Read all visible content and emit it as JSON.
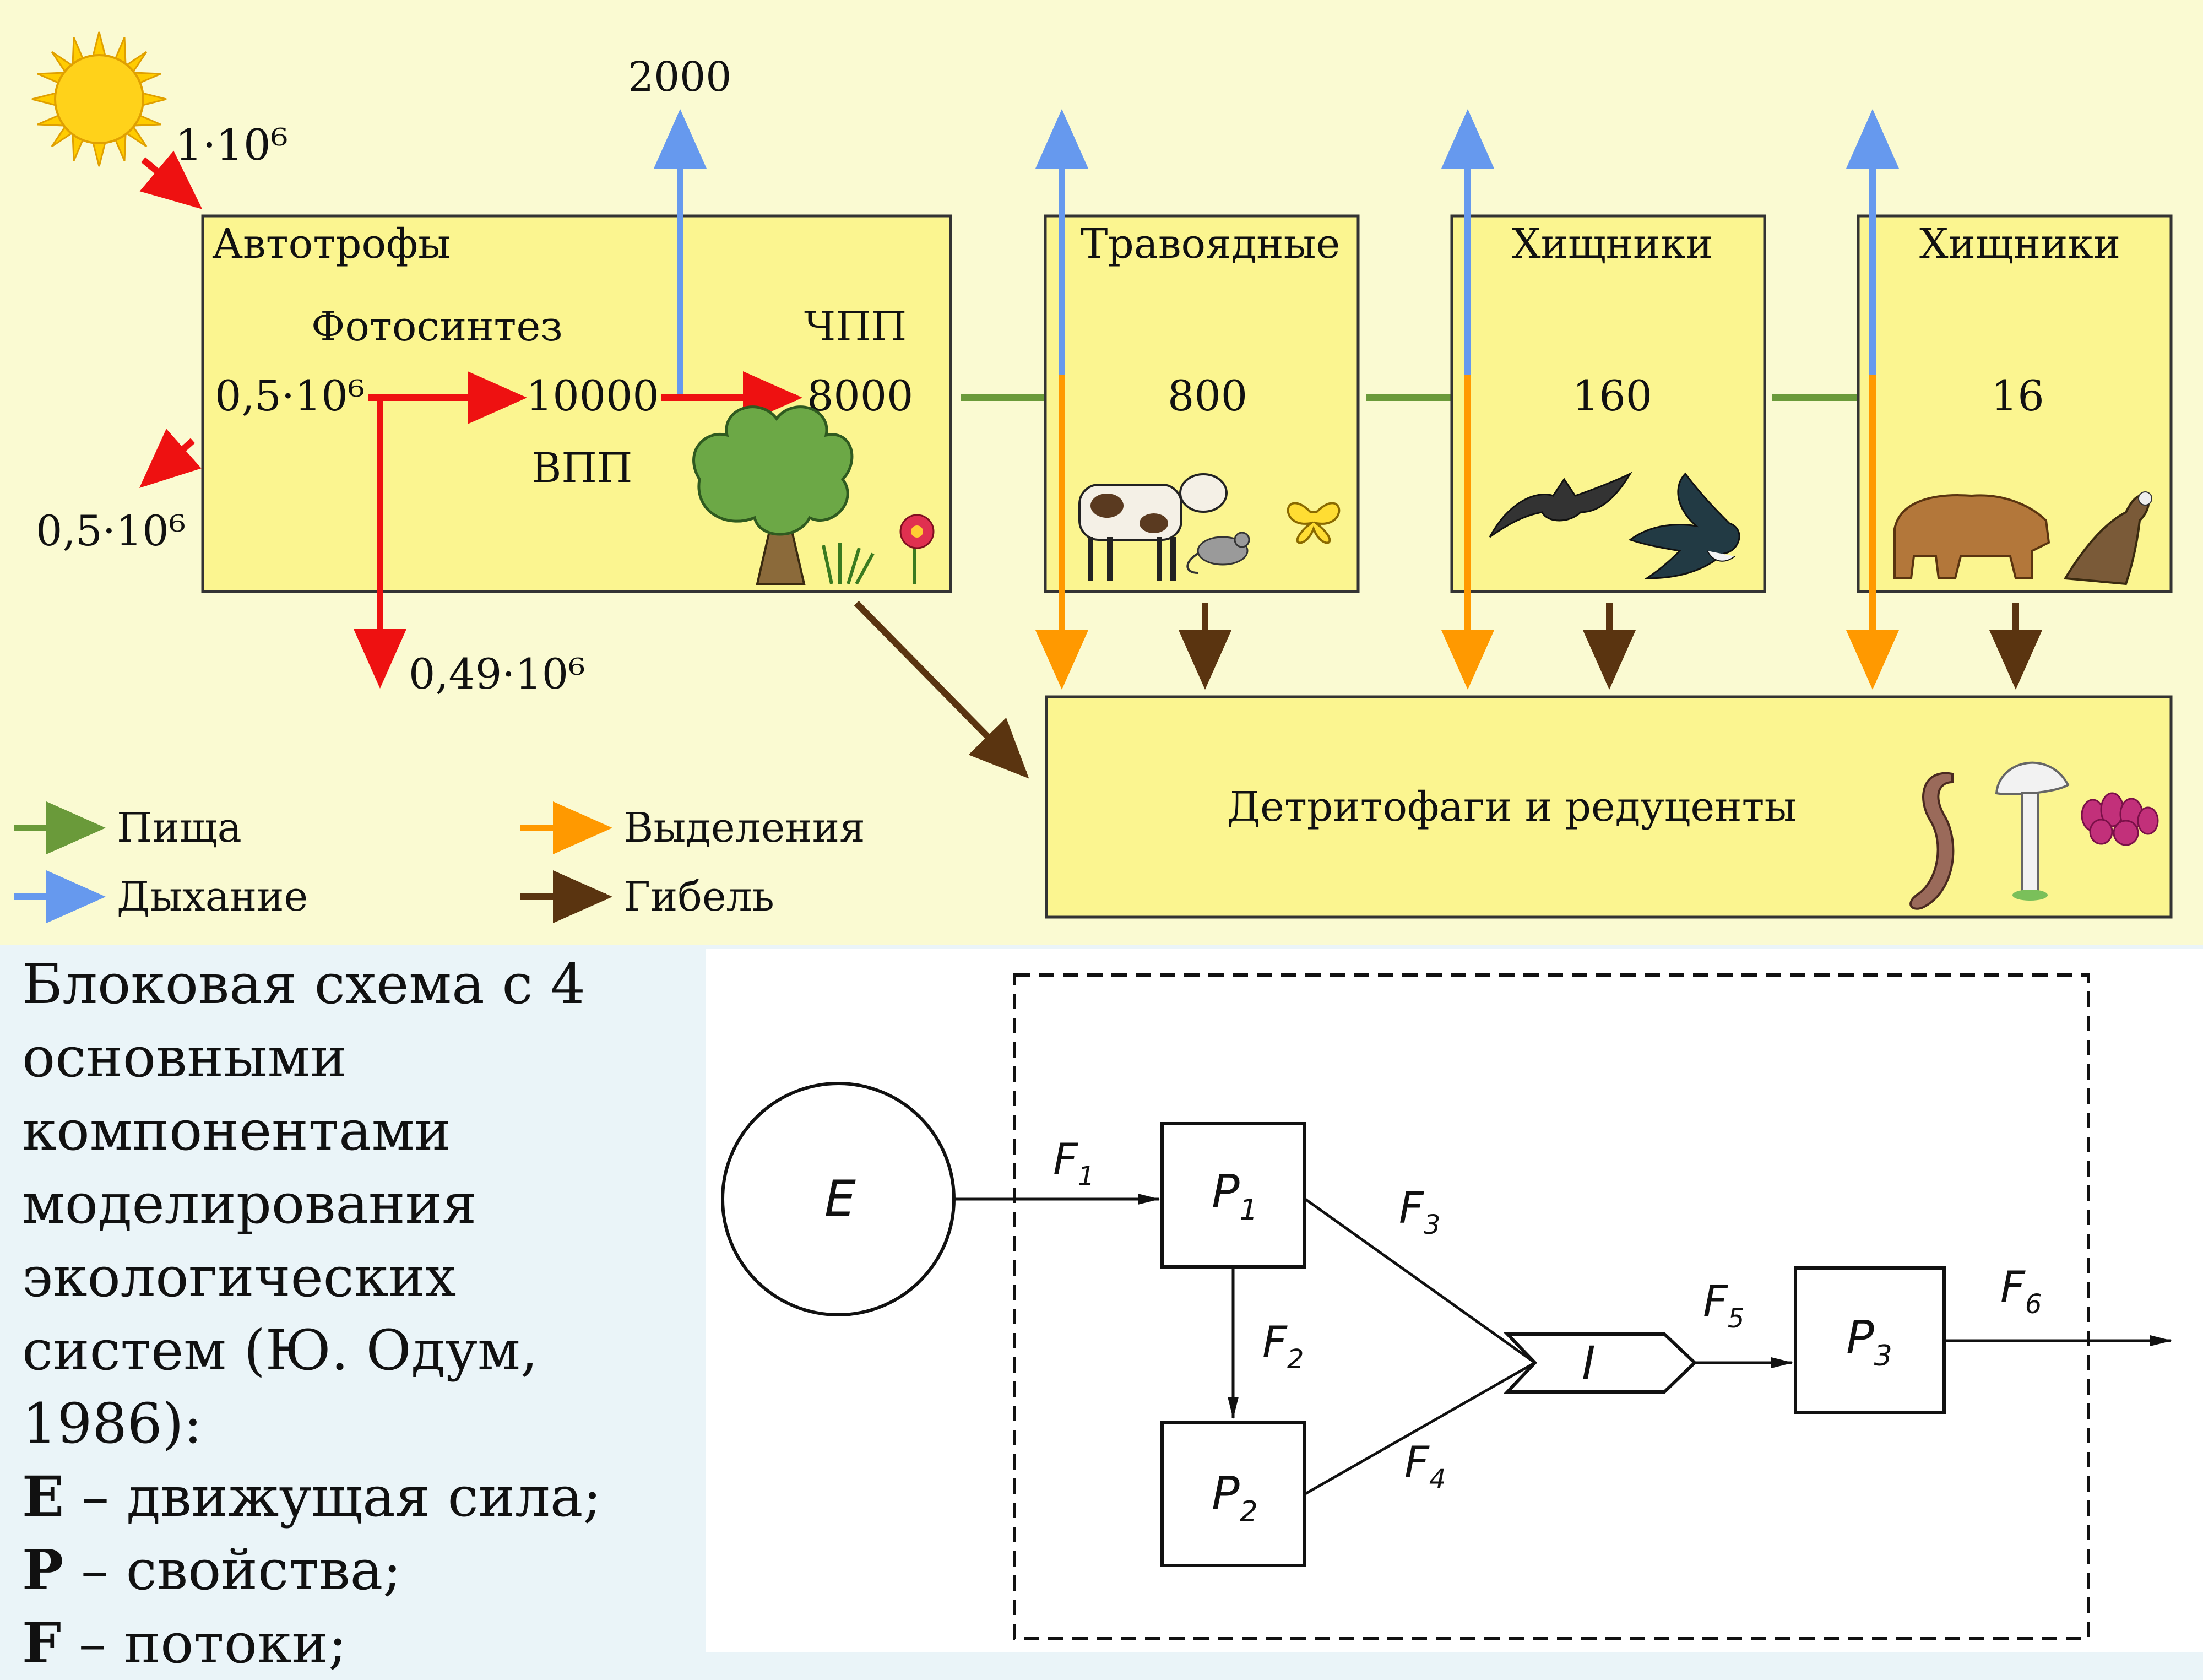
{
  "food_web": {
    "sun_input": "1·10⁶",
    "reflected": "0,5·10⁶",
    "boxes": {
      "autotrophs": {
        "title": "Автотрофы",
        "photosynthesis": "Фотосинтез",
        "chp": "ЧПП",
        "vpp": "ВПП",
        "v_in": "0,5·10⁶",
        "v_gpp": "10000",
        "v_npp": "8000"
      },
      "herbivores": {
        "title": "Травоядные",
        "value": "800"
      },
      "predators1": {
        "title": "Хищники",
        "value": "160"
      },
      "predators2": {
        "title": "Хищники",
        "value": "16"
      },
      "detritivores": {
        "title": "Детритофаги и редуценты"
      }
    },
    "respiration_autotrophs": "2000",
    "loss_down": "0,49·10⁶",
    "legend": [
      {
        "label": "Пища",
        "color": "#6a9a3a"
      },
      {
        "label": "Дыхание",
        "color": "#6699ee"
      },
      {
        "label": "Выделения",
        "color": "#ff9900"
      },
      {
        "label": "Гибель",
        "color": "#5a3410"
      }
    ]
  },
  "caption": {
    "lines": [
      "Блоковая схема с 4",
      "основными",
      "компонентами",
      "моделирования",
      "экологических",
      "систем (Ю. Одум,",
      "1986):"
    ],
    "defs": [
      {
        "key": "E",
        "text": " – движущая  сила;"
      },
      {
        "key": "P",
        "text": " – свойства;"
      },
      {
        "key": "F",
        "text": " – потоки;"
      }
    ]
  },
  "odum_diagram": {
    "E": "E",
    "P1": "P",
    "P1_sub": "1",
    "P2": "P",
    "P2_sub": "2",
    "P3": "P",
    "P3_sub": "3",
    "I": "I",
    "flows": [
      {
        "label": "F",
        "sub": "1"
      },
      {
        "label": "F",
        "sub": "2"
      },
      {
        "label": "F",
        "sub": "3"
      },
      {
        "label": "F",
        "sub": "4"
      },
      {
        "label": "F",
        "sub": "5"
      },
      {
        "label": "F",
        "sub": "6"
      }
    ]
  }
}
